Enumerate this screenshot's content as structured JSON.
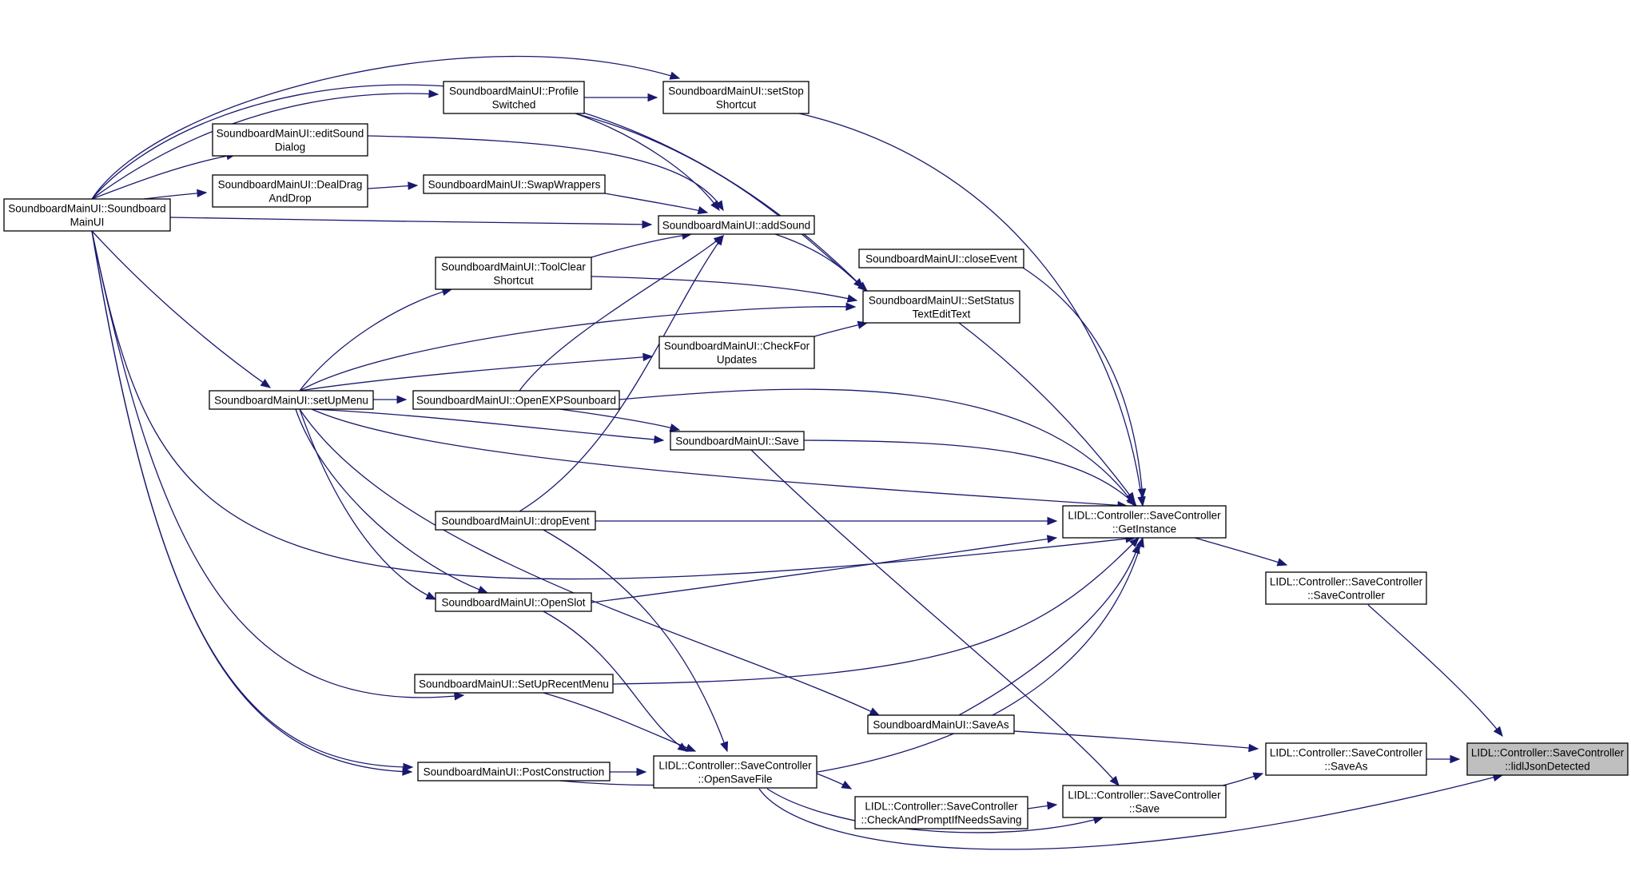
{
  "nodes": [
    {
      "id": "n1",
      "lines": [
        "LIDL::Controller::SaveController",
        "::lidlJsonDetected"
      ],
      "current": true
    },
    {
      "id": "n2",
      "lines": [
        "LIDL::Controller::SaveController",
        "::SaveController"
      ]
    },
    {
      "id": "n3",
      "lines": [
        "LIDL::Controller::SaveController",
        "::SaveAs"
      ]
    },
    {
      "id": "n4",
      "lines": [
        "LIDL::Controller::SaveController",
        "::Save"
      ]
    },
    {
      "id": "n5",
      "lines": [
        "LIDL::Controller::SaveController",
        "::OpenSaveFile"
      ]
    },
    {
      "id": "n6",
      "lines": [
        "LIDL::Controller::SaveController",
        "::GetInstance"
      ]
    },
    {
      "id": "n7",
      "lines": [
        "LIDL::Controller::SaveController",
        "::CheckAndPromptIfNeedsSaving"
      ]
    },
    {
      "id": "n8",
      "lines": [
        "SoundboardMainUI::Soundboard",
        "MainUI"
      ]
    },
    {
      "id": "n9",
      "lines": [
        "SoundboardMainUI::setUpMenu"
      ]
    },
    {
      "id": "n10",
      "lines": [
        "SoundboardMainUI::editSound",
        "Dialog"
      ]
    },
    {
      "id": "n11",
      "lines": [
        "SoundboardMainUI::DealDrag",
        "AndDrop"
      ]
    },
    {
      "id": "n12",
      "lines": [
        "SoundboardMainUI::Profile",
        "Switched"
      ]
    },
    {
      "id": "n13",
      "lines": [
        "SoundboardMainUI::SwapWrappers"
      ]
    },
    {
      "id": "n14",
      "lines": [
        "SoundboardMainUI::ToolClear",
        "Shortcut"
      ]
    },
    {
      "id": "n15",
      "lines": [
        "SoundboardMainUI::OpenEXPSounboard"
      ]
    },
    {
      "id": "n16",
      "lines": [
        "SoundboardMainUI::dropEvent"
      ]
    },
    {
      "id": "n17",
      "lines": [
        "SoundboardMainUI::OpenSlot"
      ]
    },
    {
      "id": "n18",
      "lines": [
        "SoundboardMainUI::SetUpRecentMenu"
      ]
    },
    {
      "id": "n19",
      "lines": [
        "SoundboardMainUI::PostConstruction"
      ]
    },
    {
      "id": "n20",
      "lines": [
        "SoundboardMainUI::setStop",
        "Shortcut"
      ]
    },
    {
      "id": "n21",
      "lines": [
        "SoundboardMainUI::addSound"
      ]
    },
    {
      "id": "n22",
      "lines": [
        "SoundboardMainUI::closeEvent"
      ]
    },
    {
      "id": "n23",
      "lines": [
        "SoundboardMainUI::SetStatus",
        "TextEditText"
      ]
    },
    {
      "id": "n24",
      "lines": [
        "SoundboardMainUI::CheckFor",
        "Updates"
      ]
    },
    {
      "id": "n25",
      "lines": [
        "SoundboardMainUI::Save"
      ]
    },
    {
      "id": "n26",
      "lines": [
        "SoundboardMainUI::SaveAs"
      ]
    }
  ],
  "edges": [
    {
      "from": "n2",
      "to": "n1"
    },
    {
      "from": "n3",
      "to": "n1"
    },
    {
      "from": "n5",
      "to": "n1"
    },
    {
      "from": "n6",
      "to": "n2"
    },
    {
      "from": "n4",
      "to": "n3"
    },
    {
      "from": "n26",
      "to": "n3"
    },
    {
      "from": "n25",
      "to": "n4"
    },
    {
      "from": "n5",
      "to": "n4"
    },
    {
      "from": "n5",
      "to": "n7"
    },
    {
      "from": "n7",
      "to": "n4"
    },
    {
      "from": "n9",
      "to": "n6"
    },
    {
      "from": "n8",
      "to": "n6"
    },
    {
      "from": "n15",
      "to": "n6"
    },
    {
      "from": "n16",
      "to": "n6"
    },
    {
      "from": "n17",
      "to": "n6"
    },
    {
      "from": "n18",
      "to": "n6"
    },
    {
      "from": "n19",
      "to": "n6"
    },
    {
      "from": "n20",
      "to": "n6"
    },
    {
      "from": "n22",
      "to": "n6"
    },
    {
      "from": "n23",
      "to": "n6"
    },
    {
      "from": "n25",
      "to": "n6"
    },
    {
      "from": "n26",
      "to": "n6"
    },
    {
      "from": "n8",
      "to": "n5"
    },
    {
      "from": "n9",
      "to": "n5"
    },
    {
      "from": "n19",
      "to": "n5"
    },
    {
      "from": "n16",
      "to": "n5"
    },
    {
      "from": "n17",
      "to": "n5"
    },
    {
      "from": "n18",
      "to": "n5"
    },
    {
      "from": "n8",
      "to": "n9"
    },
    {
      "from": "n8",
      "to": "n10"
    },
    {
      "from": "n8",
      "to": "n11"
    },
    {
      "from": "n8",
      "to": "n12"
    },
    {
      "from": "n8",
      "to": "n20"
    },
    {
      "from": "n8",
      "to": "n21"
    },
    {
      "from": "n8",
      "to": "n23"
    },
    {
      "from": "n8",
      "to": "n18"
    },
    {
      "from": "n8",
      "to": "n19"
    },
    {
      "from": "n9",
      "to": "n14"
    },
    {
      "from": "n9",
      "to": "n15"
    },
    {
      "from": "n9",
      "to": "n17"
    },
    {
      "from": "n9",
      "to": "n23"
    },
    {
      "from": "n9",
      "to": "n24"
    },
    {
      "from": "n9",
      "to": "n25"
    },
    {
      "from": "n9",
      "to": "n26"
    },
    {
      "from": "n11",
      "to": "n13"
    },
    {
      "from": "n12",
      "to": "n20"
    },
    {
      "from": "n10",
      "to": "n21"
    },
    {
      "from": "n12",
      "to": "n21"
    },
    {
      "from": "n13",
      "to": "n21"
    },
    {
      "from": "n14",
      "to": "n21"
    },
    {
      "from": "n15",
      "to": "n21"
    },
    {
      "from": "n16",
      "to": "n21"
    },
    {
      "from": "n21",
      "to": "n23"
    },
    {
      "from": "n14",
      "to": "n23"
    },
    {
      "from": "n24",
      "to": "n23"
    },
    {
      "from": "n15",
      "to": "n25"
    },
    {
      "from": "n12",
      "to": "n23"
    }
  ]
}
